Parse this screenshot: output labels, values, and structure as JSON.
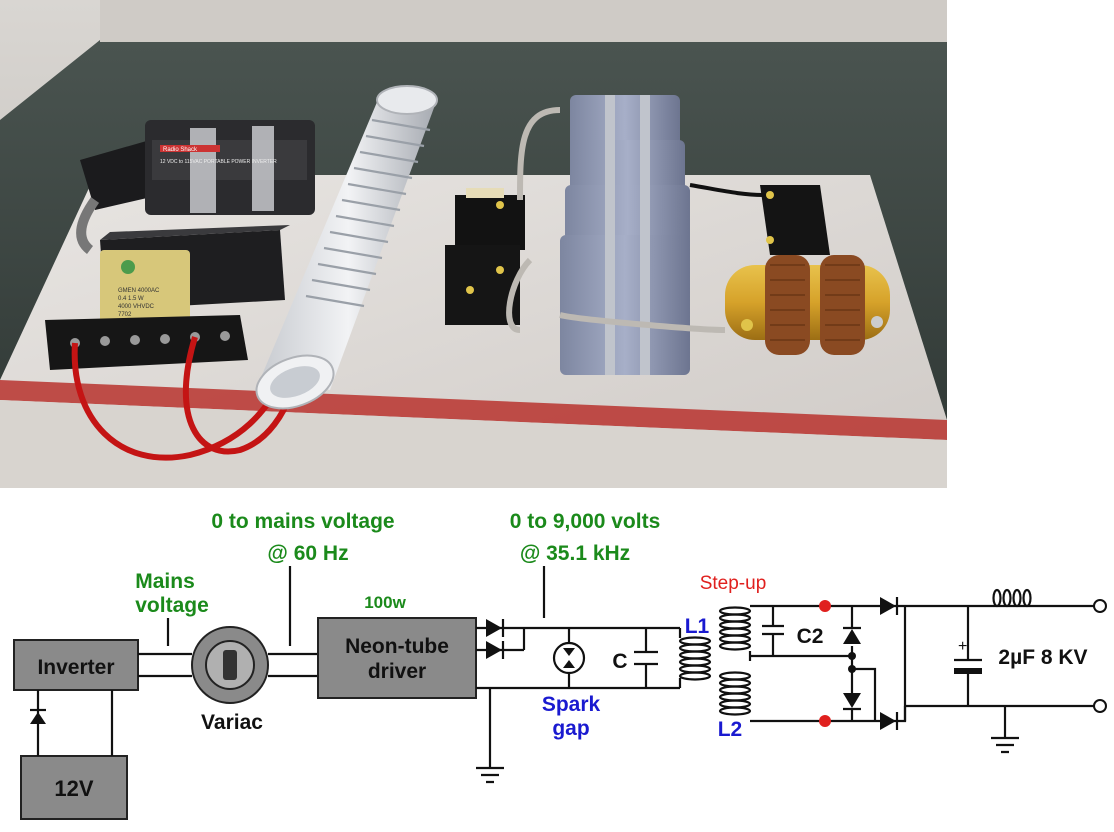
{
  "photo": {
    "inverter_label_line1": "Radio Shack",
    "inverter_label_line2": "12 VDC to 115VAC PORTABLE POWER INVERTER",
    "cap_label_line1": "GMEN 4000AC",
    "cap_label_line2": "0.4 1.5 W",
    "cap_label_line3": "4000 VHVDC",
    "cap_label_line4": "7702"
  },
  "schematic": {
    "mains_voltage_l1": "Mains",
    "mains_voltage_l2": "voltage",
    "variac_voltage_l1": "0 to mains voltage",
    "variac_voltage_l2": "@ 60 Hz",
    "driver_voltage_l1": "0 to 9,000 volts",
    "driver_voltage_l2": "@ 35.1 kHz",
    "power_rating": "100w",
    "inverter": "Inverter",
    "battery": "12V",
    "variac": "Variac",
    "driver_l1": "Neon-tube",
    "driver_l2": "driver",
    "spark_gap_l1": "Spark",
    "spark_gap_l2": "gap",
    "cap_c": "C",
    "cap_c2": "C2",
    "l1": "L1",
    "l2": "L2",
    "step_up": "Step-up",
    "output_cap": "2µF 8 KV",
    "polarity_plus": "+"
  },
  "colors": {
    "green": "#1b8a1b",
    "blue": "#1a1ad0",
    "red": "#e0201e",
    "box_gray": "#8a8a8a"
  }
}
